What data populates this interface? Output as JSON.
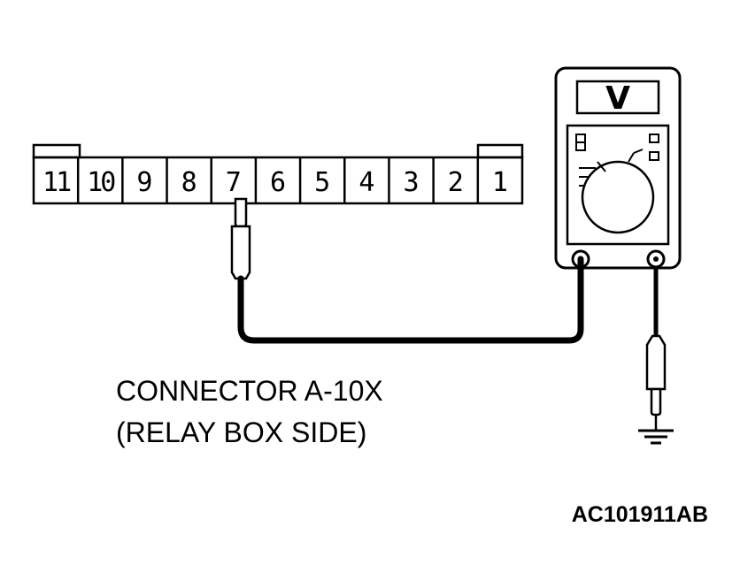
{
  "connector": {
    "pins": [
      "11",
      "10",
      "9",
      "8",
      "7",
      "6",
      "5",
      "4",
      "3",
      "2",
      "1"
    ],
    "probed_pin": "7"
  },
  "meter": {
    "display": "V"
  },
  "caption": {
    "line1": "CONNECTOR A-10X",
    "line2": "(RELAY BOX SIDE)"
  },
  "figure_code": "AC101911AB"
}
